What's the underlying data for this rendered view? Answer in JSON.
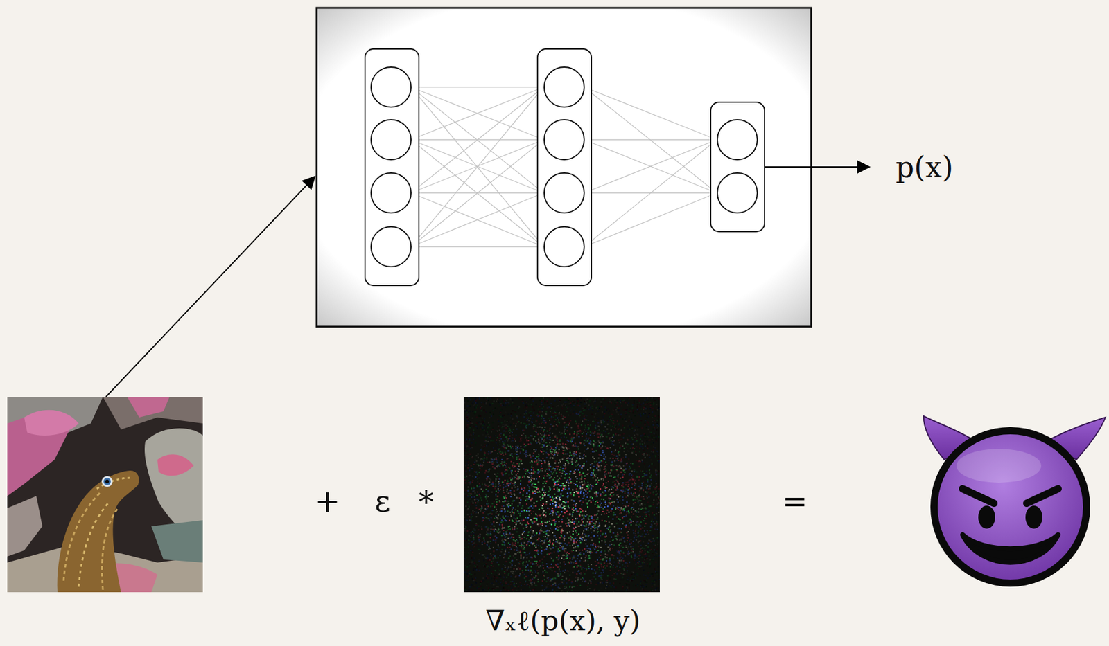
{
  "diagram": {
    "labels": [
      "p(x)",
      "+",
      "ε",
      "*",
      "∇ₓℓ(p(x), y)",
      "="
    ]
  }
}
